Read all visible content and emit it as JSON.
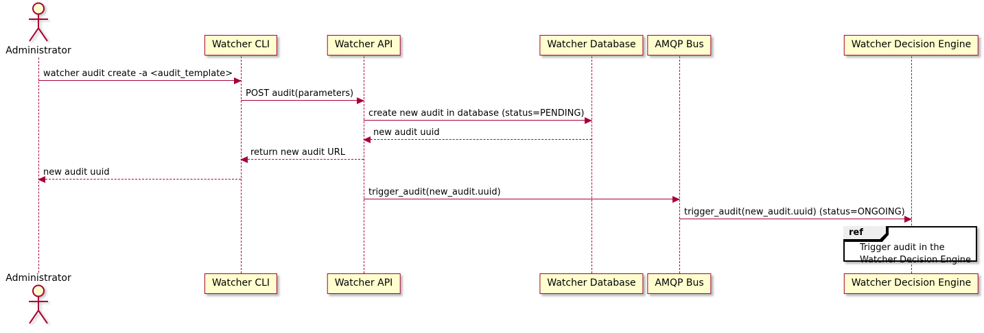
{
  "diagram": {
    "type": "sequence",
    "colors": {
      "participant_fill": "#FEFECE",
      "participant_border": "#A80036",
      "arrow": "#A80036",
      "text": "#000000",
      "ref_border": "#000000",
      "ref_tab_fill": "#EEEEEE"
    },
    "actor": {
      "label": "Administrator"
    },
    "participants": [
      {
        "label": "Watcher CLI"
      },
      {
        "label": "Watcher API"
      },
      {
        "label": "Watcher Database"
      },
      {
        "label": "AMQP Bus"
      },
      {
        "label": "Watcher Decision Engine"
      }
    ],
    "messages": [
      {
        "label": "watcher audit create -a <audit_template>",
        "from": "Administrator",
        "to": "Watcher CLI",
        "line": "solid"
      },
      {
        "label": "POST audit(parameters)",
        "from": "Watcher CLI",
        "to": "Watcher API",
        "line": "solid"
      },
      {
        "label": "create new audit in database (status=PENDING)",
        "from": "Watcher API",
        "to": "Watcher Database",
        "line": "solid"
      },
      {
        "label": "new audit uuid",
        "from": "Watcher Database",
        "to": "Watcher API",
        "line": "dashed"
      },
      {
        "label": "return new audit URL",
        "from": "Watcher API",
        "to": "Watcher CLI",
        "line": "dashed"
      },
      {
        "label": "new audit uuid",
        "from": "Watcher CLI",
        "to": "Administrator",
        "line": "dashed"
      },
      {
        "label": "trigger_audit(new_audit.uuid)",
        "from": "Watcher API",
        "to": "AMQP Bus",
        "line": "solid"
      },
      {
        "label": "trigger_audit(new_audit.uuid) (status=ONGOING)",
        "from": "AMQP Bus",
        "to": "Watcher Decision Engine",
        "line": "solid"
      }
    ],
    "ref": {
      "keyword": "ref",
      "lines": [
        "Trigger audit in the",
        "Watcher Decision Engine"
      ]
    }
  }
}
